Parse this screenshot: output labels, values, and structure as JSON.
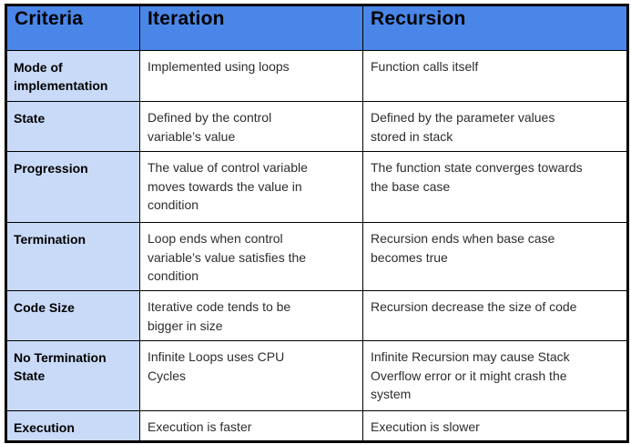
{
  "table": {
    "headers": [
      "Criteria",
      "Iteration",
      "Recursion"
    ],
    "rows": [
      {
        "criteria": "Mode of implementation",
        "iteration": "Implemented using loops",
        "recursion": "Function calls itself"
      },
      {
        "criteria": "State",
        "iteration": "Defined by the control variable’s value",
        "recursion": "Defined by the parameter values stored in stack"
      },
      {
        "criteria": "Progression",
        "iteration": "The value of control variable moves towards the value in condition",
        "recursion": "The function state converges towards the base case"
      },
      {
        "criteria": "Termination",
        "iteration": "Loop ends when control variable’s value satisfies the condition",
        "recursion": "Recursion ends when base case becomes true"
      },
      {
        "criteria": "Code Size",
        "iteration": "Iterative code tends to be bigger in size",
        "recursion": "Recursion decrease the size of code"
      },
      {
        "criteria": "No Termination State",
        "iteration": "Infinite Loops uses CPU Cycles",
        "recursion": "Infinite Recursion may cause Stack Overflow error or it might crash the system"
      },
      {
        "criteria": "Execution",
        "iteration": "Execution is faster",
        "recursion": "Execution is slower"
      }
    ],
    "colors": {
      "header_bg": "#4a86e8",
      "criteria_column_bg": "#c9daf8",
      "border": "#000000",
      "header_text": "#000000",
      "body_text": "#2d2d2d"
    }
  }
}
